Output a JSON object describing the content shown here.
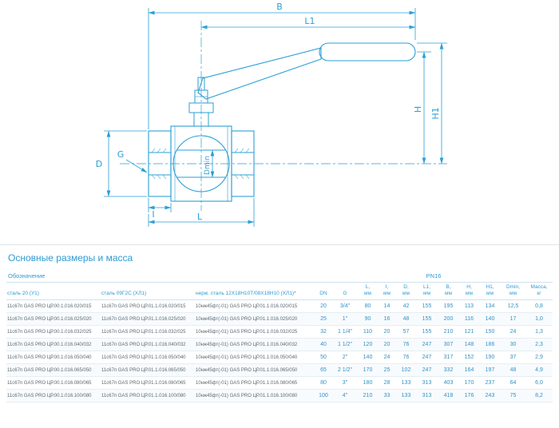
{
  "page": {
    "title": "Основные размеры и масса"
  },
  "diagram": {
    "dims": {
      "B": "B",
      "L1": "L1",
      "H": "H",
      "H1": "H1",
      "D": "D",
      "G": "G",
      "Dmin": "Dmin",
      "I": "I",
      "L": "L"
    },
    "line_color": "#2b9fd6"
  },
  "table": {
    "designation_header": "Обозначение",
    "pn_header": "PN16",
    "columns": [
      {
        "label": "сталь 20 (У1)"
      },
      {
        "label": "сталь 09Г2С (ХЛ1)"
      },
      {
        "label": "нерж. сталь 12Х18Н10Т/08Х18Н10 (ХЛ1)*"
      },
      {
        "label": "DN"
      },
      {
        "label": "G"
      },
      {
        "label": "L,\nмм"
      },
      {
        "label": "I,\nмм"
      },
      {
        "label": "D,\nмм"
      },
      {
        "label": "L1,\nмм"
      },
      {
        "label": "B,\nмм"
      },
      {
        "label": "H,\nмм"
      },
      {
        "label": "H1,\nмм"
      },
      {
        "label": "Dmin,\nмм"
      },
      {
        "label": "Масса,\nкг"
      }
    ],
    "rows": [
      [
        "11с67п GAS PRO ЦР.00.1.016.020/015",
        "11с67п GAS PRO ЦР.01.1.016.020/015",
        "10нж45фт(-01) GAS PRO ЦР.01.1.016.020/015",
        "20",
        "3/4\"",
        "80",
        "14",
        "42",
        "155",
        "195",
        "113",
        "134",
        "12,5",
        "0,8"
      ],
      [
        "11с67п GAS PRO ЦР.00.1.016.025/020",
        "11с67п GAS PRO ЦР.01.1.016.025/020",
        "10нж45фт(-01) GAS PRO ЦР.01.1.016.025/020",
        "25",
        "1\"",
        "90",
        "16",
        "48",
        "155",
        "200",
        "116",
        "140",
        "17",
        "1,0"
      ],
      [
        "11с67п GAS PRO ЦР.00.1.016.032/025",
        "11с67п GAS PRO ЦР.01.1.016.032/025",
        "10нж45фт(-01) GAS PRO ЦР.01.1.016.032/025",
        "32",
        "1 1/4\"",
        "110",
        "20",
        "57",
        "155",
        "210",
        "121",
        "150",
        "24",
        "1,3"
      ],
      [
        "11с67п GAS PRO ЦР.00.1.016.040/032",
        "11с67п GAS PRO ЦР.01.1.016.040/032",
        "10нж45фт(-01) GAS PRO ЦР.01.1.016.040/032",
        "40",
        "1 1/2\"",
        "120",
        "20",
        "76",
        "247",
        "307",
        "148",
        "186",
        "30",
        "2,3"
      ],
      [
        "11с67п GAS PRO ЦР.00.1.016.050/040",
        "11с67п GAS PRO ЦР.01.1.016.050/040",
        "10нж45фт(-01) GAS PRO ЦР.01.1.016.050/040",
        "50",
        "2\"",
        "140",
        "24",
        "76",
        "247",
        "317",
        "152",
        "190",
        "37",
        "2,9"
      ],
      [
        "11с67п GAS PRO ЦР.00.1.016.065/050",
        "11с67п GAS PRO ЦР.01.1.016.065/050",
        "10нж45фт(-01) GAS PRO ЦР.01.1.016.065/050",
        "65",
        "2 1/2\"",
        "170",
        "25",
        "102",
        "247",
        "332",
        "164",
        "197",
        "48",
        "4,9"
      ],
      [
        "11с67п GAS PRO ЦР.00.1.016.080/065",
        "11с67п GAS PRO ЦР.01.1.016.080/065",
        "10нж45фт(-01) GAS PRO ЦР.01.1.016.080/065",
        "80",
        "3\"",
        "180",
        "28",
        "133",
        "313",
        "403",
        "170",
        "237",
        "64",
        "6,0"
      ],
      [
        "11с67п GAS PRO ЦР.00.1.016.100/080",
        "11с67п GAS PRO ЦР.01.1.016.100/080",
        "10нж45фт(-01) GAS PRO ЦР.01.1.016.100/080",
        "100",
        "4\"",
        "210",
        "33",
        "133",
        "313",
        "418",
        "176",
        "243",
        "75",
        "8,2"
      ]
    ]
  }
}
